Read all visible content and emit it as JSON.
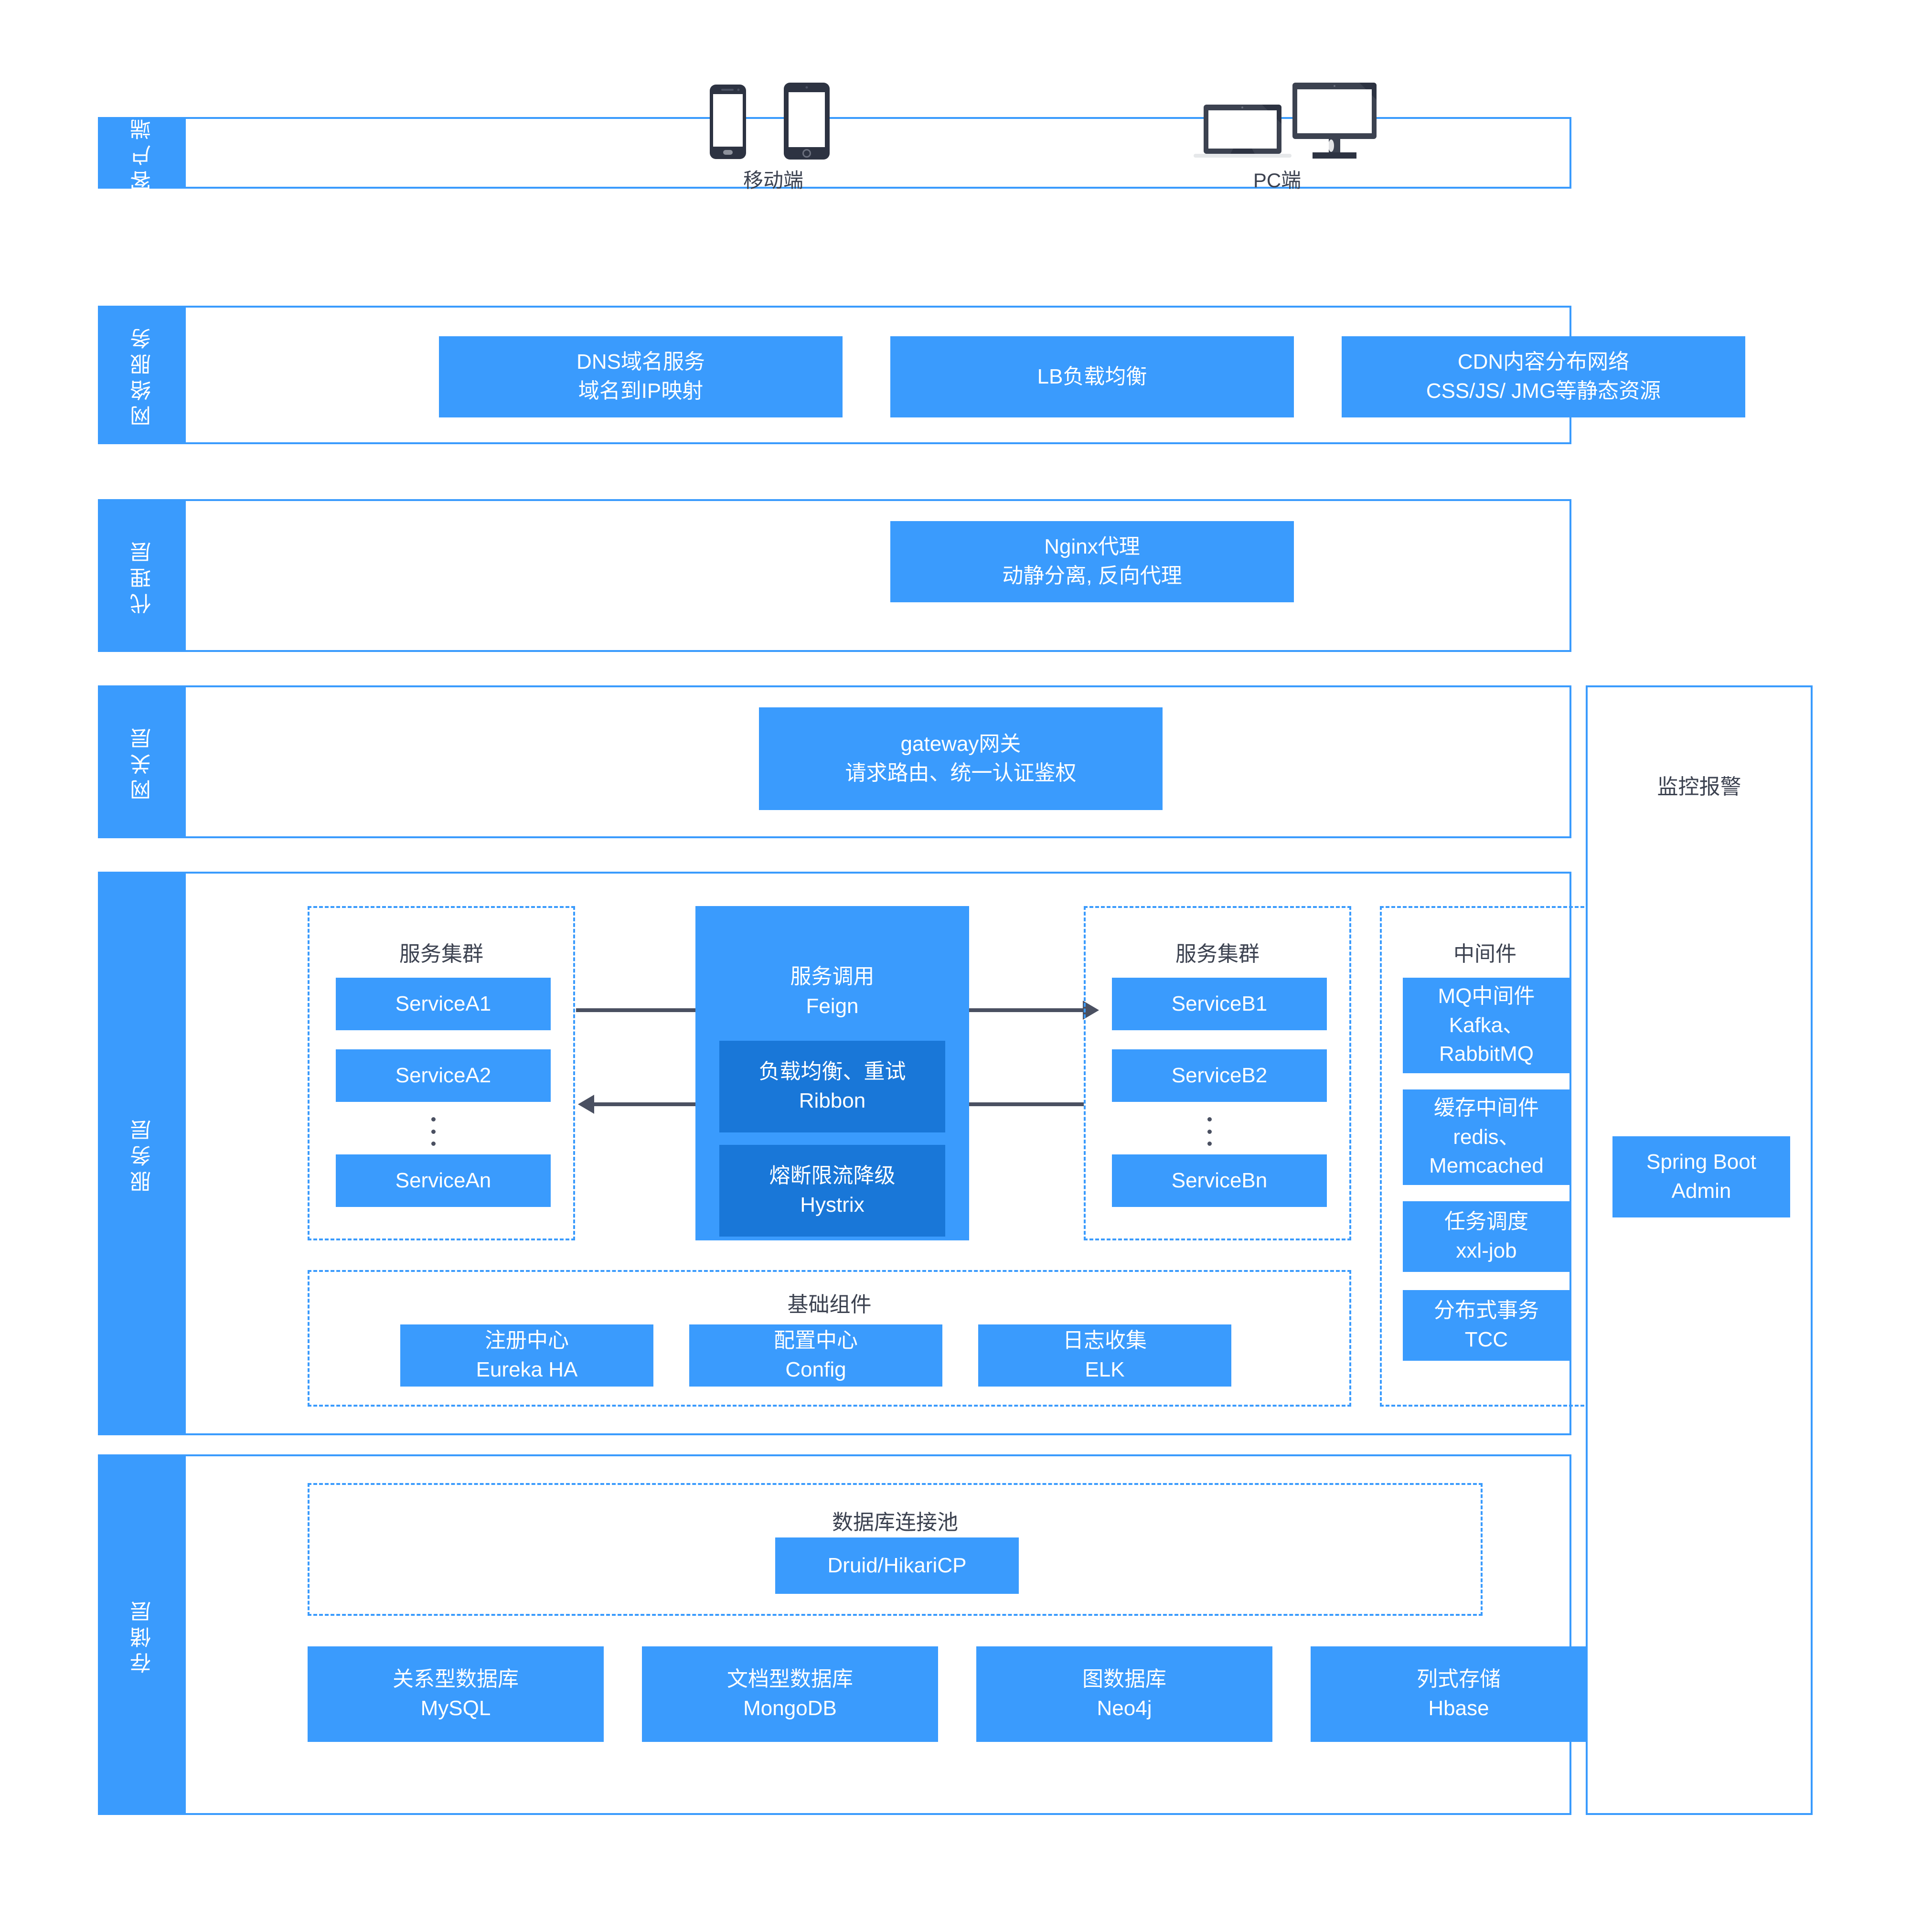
{
  "theme": {
    "accent": "#3a9bfd",
    "accent_dark": "#1977d8",
    "text_dark": "#3c4250",
    "arrow": "#4a5061",
    "device": "#2d3342",
    "background": "#ffffff"
  },
  "layers": [
    {
      "id": "client",
      "label": "客户端"
    },
    {
      "id": "network",
      "label": "网络服务"
    },
    {
      "id": "proxy",
      "label": "代理层"
    },
    {
      "id": "gateway",
      "label": "网关层"
    },
    {
      "id": "service",
      "label": "服务层"
    },
    {
      "id": "storage",
      "label": "存储层"
    }
  ],
  "client_layer": {
    "mobile": {
      "label": "移动端",
      "icons": [
        "phone-icon",
        "tablet-icon"
      ]
    },
    "pc": {
      "label": "PC端",
      "icons": [
        "laptop-icon",
        "desktop-monitor-icon"
      ]
    }
  },
  "network_layer": {
    "cards": [
      {
        "name": "dns-card",
        "lines": [
          "DNS域名服务",
          "域名到IP映射"
        ]
      },
      {
        "name": "lb-card",
        "lines": [
          "LB负载均衡"
        ]
      },
      {
        "name": "cdn-card",
        "lines": [
          "CDN内容分布网络",
          "CSS/JS/ JMG等静态资源"
        ]
      }
    ]
  },
  "proxy_layer": {
    "cards": [
      {
        "name": "nginx-card",
        "lines": [
          "Nginx代理",
          "动静分离, 反向代理"
        ]
      }
    ]
  },
  "gateway_layer": {
    "cards": [
      {
        "name": "gateway-card",
        "lines": [
          "gateway网关",
          "请求路由、统一认证鉴权"
        ]
      }
    ]
  },
  "service_layer": {
    "cluster_a": {
      "title": "服务集群",
      "items": [
        "ServiceA1",
        "ServiceA2",
        "ServiceAn"
      ],
      "ellipsis": true
    },
    "cluster_b": {
      "title": "服务集群",
      "items": [
        "ServiceB1",
        "ServiceB2",
        "ServiceBn"
      ],
      "ellipsis": true
    },
    "call_box": {
      "title_lines": [
        "服务调用",
        "Feign"
      ],
      "inner": [
        {
          "name": "ribbon-box",
          "lines": [
            "负载均衡、重试",
            "Ribbon"
          ]
        },
        {
          "name": "hystrix-box",
          "lines": [
            "熔断限流降级",
            "Hystrix"
          ]
        }
      ]
    },
    "middleware": {
      "title": "中间件",
      "items": [
        {
          "name": "mq-middleware-card",
          "lines": [
            "MQ中间件",
            "Kafka、",
            "RabbitMQ"
          ]
        },
        {
          "name": "cache-middleware-card",
          "lines": [
            "缓存中间件",
            "redis、",
            "Memcached"
          ]
        },
        {
          "name": "scheduler-card",
          "lines": [
            "任务调度",
            "xxl-job"
          ]
        },
        {
          "name": "transaction-card",
          "lines": [
            "分布式事务",
            "TCC"
          ]
        }
      ]
    },
    "basic_components": {
      "title": "基础组件",
      "items": [
        {
          "name": "registry-card",
          "lines": [
            "注册中心",
            "Eureka HA"
          ]
        },
        {
          "name": "config-card",
          "lines": [
            "配置中心",
            "Config"
          ]
        },
        {
          "name": "logging-card",
          "lines": [
            "日志收集",
            "ELK"
          ]
        }
      ]
    }
  },
  "storage_layer": {
    "pool": {
      "title": "数据库连接池",
      "items": [
        {
          "name": "druid-card",
          "lines": [
            "Druid/HikariCP"
          ]
        }
      ]
    },
    "databases": [
      {
        "name": "relational-db-card",
        "lines": [
          "关系型数据库",
          "MySQL"
        ]
      },
      {
        "name": "document-db-card",
        "lines": [
          "文档型数据库",
          "MongoDB"
        ]
      },
      {
        "name": "graph-db-card",
        "lines": [
          "图数据库",
          "Neo4j"
        ]
      },
      {
        "name": "columnar-db-card",
        "lines": [
          "列式存储",
          "Hbase"
        ]
      }
    ]
  },
  "monitor_panel": {
    "title": "监控报警",
    "card": {
      "name": "spring-boot-admin-card",
      "lines": [
        "Spring Boot",
        "Admin"
      ]
    }
  }
}
